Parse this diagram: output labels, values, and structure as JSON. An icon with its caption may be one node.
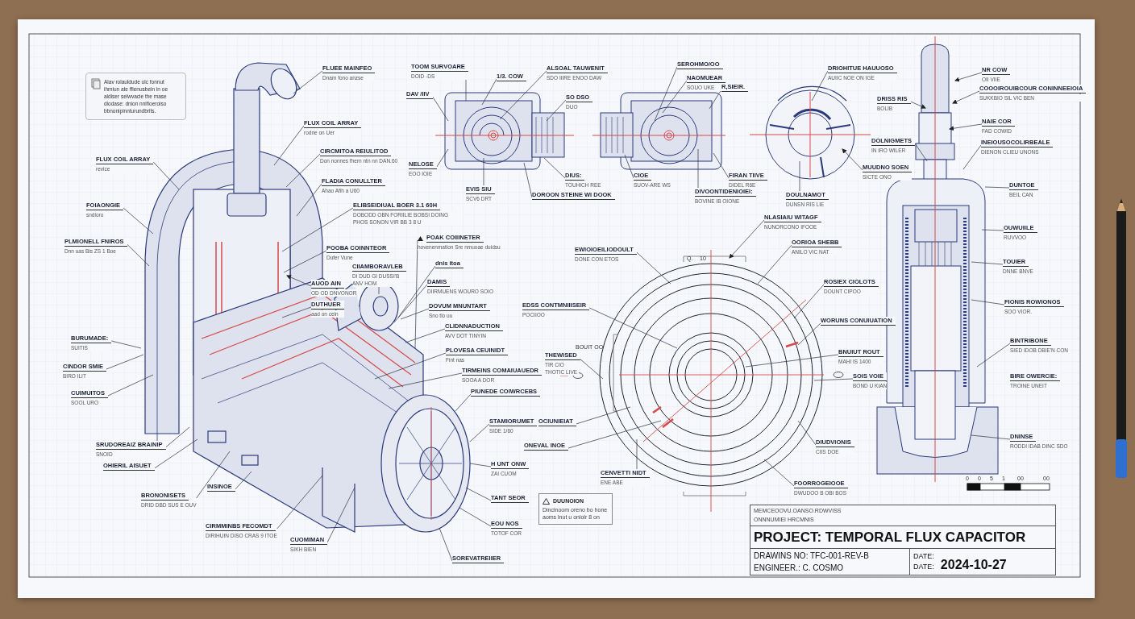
{
  "diagram": {
    "nodes": [
      {
        "text": [
          "Alav rolauldude ulc fonnut ihmiun ate ffienusbein in oe aldiser selwvacie the mase diodase: dnion nnifioeroiso bbnonipinnturundbrits."
        ]
      },
      {
        "text": [
          "FLUEE MAINFEO",
          "Dnam fono anzse"
        ]
      },
      {
        "text": [
          "FLUX COIL ARRAY",
          "rodne on Uer"
        ]
      },
      {
        "text": [
          "CIRCMITOA REIULITOD",
          "Don nonnes fhern ntn nn DAN.60"
        ]
      },
      {
        "text": [
          "FLADIA CONULLTER",
          "Ahao Afih a U60"
        ]
      },
      {
        "text": [
          "FLUX COIL ARRAY",
          "revice"
        ]
      },
      {
        "text": [
          "FOIAONGIE",
          "sndioro"
        ]
      },
      {
        "text": [
          "PLMIONELL FNIROS",
          "Dnn uas Bis ZS 1 Boe"
        ]
      },
      {
        "text": [
          "ELIBSEIDIUAL BOER 3.1 60H",
          "DOBODD OBN FORIILIE BOBSI DOING PHOS SONON VIR BB 3 8 U"
        ]
      },
      {
        "text": [
          "POOBA COINNTEOR",
          "Dufer Vune"
        ]
      },
      {
        "text": [
          "POAK COIIINETER",
          "hovenenmation Sre nmuoae duidsu"
        ]
      },
      {
        "text": [
          "CIIAMBORAVLEB",
          "DI DUD GI DUSSI'B ANV HOM"
        ]
      },
      {
        "text": [
          "dnis itoa"
        ]
      },
      {
        "text": [
          "AUOD AIN",
          "OD OD DNVONOR"
        ]
      },
      {
        "text": [
          "DUTHUER",
          "aad on cein"
        ]
      },
      {
        "text": [
          "DAMIS",
          "DIIRMUENS WOURO SOIO"
        ]
      },
      {
        "text": [
          "DOVUM MNUNTART",
          "Sno tlo uu"
        ]
      },
      {
        "text": [
          "CLIDNNADUCTION",
          "AVV DOT TINYIN"
        ]
      },
      {
        "text": [
          "PLOVESA CEUINIDT",
          "Fint nas"
        ]
      },
      {
        "text": [
          "TIRMEINS COMAIUAUEDR",
          "SOOA A DOR"
        ]
      },
      {
        "text": [
          "PIUNEDE COIWRCEBS"
        ]
      },
      {
        "text": [
          "STAMIORUMET",
          "SIDE 1/60"
        ]
      },
      {
        "text": [
          "OCIUNIEIAT"
        ]
      },
      {
        "text": [
          "ONEVAL INOE"
        ]
      },
      {
        "text": [
          "H UNT ONW",
          "ZAI CUOM"
        ]
      },
      {
        "text": [
          "TANT SEOR"
        ]
      },
      {
        "text": [
          "EOU NOS",
          "TOTOF COR"
        ]
      },
      {
        "text": [
          "SOREVATREIIER"
        ]
      },
      {
        "text": [
          "CUOMIMAN",
          "SIKH BIEN"
        ]
      },
      {
        "text": [
          "CIRMMINBS FECOMDT",
          "DIRIHUIN DISO CRAS 9 ITOE"
        ]
      },
      {
        "text": [
          "BRONONISETS",
          "DRID DBD SUS E OUV"
        ]
      },
      {
        "text": [
          "INSINOE"
        ]
      },
      {
        "text": [
          "SRUDOREAIZ BRAINIP",
          "SNOID"
        ]
      },
      {
        "text": [
          "OHIERIL AISUET"
        ]
      },
      {
        "text": [
          "CUIMUITOS",
          "SOOL URO"
        ]
      },
      {
        "text": [
          "CINDOR SMIE",
          "BIRO ILIT"
        ]
      },
      {
        "text": [
          "BURUMADE:",
          "SUITIS"
        ]
      },
      {
        "text": [
          "TOOM SURVOARE",
          "DOID -DS"
        ]
      },
      {
        "text": [
          "DAV /IIV"
        ]
      },
      {
        "text": [
          "NELOSE",
          "EOO IOIE"
        ]
      },
      {
        "text": [
          "1/3. COW"
        ]
      },
      {
        "text": [
          "ALSOAL TAUWENIT",
          "SDO IIIRE ENOO DAW"
        ]
      },
      {
        "text": [
          "SO DSO",
          "DUO"
        ]
      },
      {
        "text": [
          "EVIS SIU",
          "SCV6 DRT"
        ]
      },
      {
        "text": [
          "DIUS:",
          "TOUHICH REE"
        ]
      },
      {
        "text": [
          "DOROON STEINE WI DOOK"
        ]
      },
      {
        "text": [
          "CIOE",
          "SUOV-ARE WS"
        ]
      },
      {
        "text": [
          "SEROHMO/OO"
        ]
      },
      {
        "text": [
          "NAOMUEAR",
          "SOUO UKE"
        ]
      },
      {
        "text": [
          "R,SIEIR."
        ]
      },
      {
        "text": [
          "FIRAN TIIVE",
          "DIDEL R6E"
        ]
      },
      {
        "text": [
          "DIVOONTIDENIOIEI:",
          "BOVINE IB OIONE"
        ]
      },
      {
        "text": [
          "DRIOHITUE HAUUOSO",
          "AUIIC NOE ON IGE"
        ]
      },
      {
        "text": [
          "DOULNAMOT",
          "DUNSN RIS LIE"
        ]
      },
      {
        "text": [
          "MUUDNO SOEN",
          "SICTE ONO"
        ]
      },
      {
        "text": [
          "DRISS RIS",
          "BOLIB"
        ]
      },
      {
        "text": [
          "DOLNIGMETS",
          "IN IRO WILER"
        ]
      },
      {
        "text": [
          "NR COW",
          "OII VIIE"
        ]
      },
      {
        "text": [
          "COOOIROUIBCOUR CONINNEEIOIA",
          "SUKKBIO SIL VIC BEN"
        ]
      },
      {
        "text": [
          "NAIE COR",
          "FAD COWID"
        ]
      },
      {
        "text": [
          "INEIOUSOCOLIRBEALE",
          "DIENON CLIEU UNONS"
        ]
      },
      {
        "text": [
          "DUNTOE",
          "BEIL CAN"
        ]
      },
      {
        "text": [
          "OUWUIILE",
          "RUVVOO"
        ]
      },
      {
        "text": [
          "TOUIER",
          "DNNE BNVE"
        ]
      },
      {
        "text": [
          "FIONIS ROWIONOS",
          "SOO VIOR."
        ]
      },
      {
        "text": [
          "BINTRIBONE",
          "SIED IDOB DBIE'N CON"
        ]
      },
      {
        "text": [
          "BIRE OWERCIE:",
          "TROINE UNEIT"
        ]
      },
      {
        "text": [
          "DNINSE",
          "RODDI IDAB DINC SDO"
        ]
      },
      {
        "text": [
          "EWIOIOEILIODOULT",
          "DONE CON ETOS"
        ]
      },
      {
        "text": [
          "NLASIAIU WITAGF",
          "NUNORCONO IFOOE"
        ]
      },
      {
        "text": [
          "OORIOA SHEBB",
          "ANILO VIC NAT"
        ]
      },
      {
        "text": [
          "ROSIEX CIOLOTS",
          "DOUNT CIPOO"
        ]
      },
      {
        "text": [
          "WORUNS CONUIUATION"
        ]
      },
      {
        "text": [
          "EDSS CONTMNIIISEIR",
          "POCIIOO"
        ]
      },
      {
        "text": [
          "BNUIUT ROUT",
          "MAHI IS 1400"
        ]
      },
      {
        "text": [
          "SOIS VOIE",
          "BOND U KIAN"
        ]
      },
      {
        "text": [
          "THEWISED",
          "TIR CIO THOTIC LIVE"
        ]
      },
      {
        "text": [
          "DIUDVIONIS",
          "CIIS DOE"
        ]
      },
      {
        "text": [
          "FOORROGEIOOE",
          "DWUDOO B OBI BOS"
        ]
      },
      {
        "text": [
          "CENVETTI NIDT",
          "ENE ABE"
        ]
      },
      {
        "text": [
          "DUUNOION",
          "Dincinoom oreno bo hone aoms lnut u oniolr 8 on"
        ]
      }
    ],
    "edges": [
      {
        "from": 1,
        "to": null,
        "arrow": "none"
      },
      {
        "from": 2,
        "to": null,
        "arrow": "none"
      },
      {
        "from": 3,
        "to": null,
        "arrow": "none"
      },
      {
        "from": 4,
        "to": null,
        "arrow": "none"
      },
      {
        "from": 5,
        "to": null,
        "arrow": "none"
      },
      {
        "from": 6,
        "to": null,
        "arrow": "none"
      },
      {
        "from": 7,
        "to": null,
        "arrow": "none"
      },
      {
        "from": 8,
        "to": null,
        "arrow": "none"
      },
      {
        "from": 9,
        "to": null,
        "arrow": "none"
      },
      {
        "from": 10,
        "to": null,
        "arrow": "none"
      },
      {
        "from": 11,
        "to": null,
        "arrow": "none"
      },
      {
        "from": 12,
        "to": null,
        "arrow": "none"
      },
      {
        "from": 13,
        "to": null,
        "arrow": "to"
      },
      {
        "from": 14,
        "to": null,
        "arrow": "none"
      },
      {
        "from": 15,
        "to": null,
        "arrow": "none"
      },
      {
        "from": 16,
        "to": null,
        "arrow": "none"
      },
      {
        "from": 17,
        "to": null,
        "arrow": "none"
      },
      {
        "from": 18,
        "to": null,
        "arrow": "none"
      },
      {
        "from": 19,
        "to": null,
        "arrow": "none"
      },
      {
        "from": 20,
        "to": null,
        "arrow": "none"
      },
      {
        "from": 21,
        "to": null,
        "arrow": "none"
      },
      {
        "from": 22,
        "to": null,
        "arrow": "none"
      },
      {
        "from": 23,
        "to": null,
        "arrow": "none"
      },
      {
        "from": 24,
        "to": null,
        "arrow": "none"
      },
      {
        "from": 25,
        "to": null,
        "arrow": "none"
      },
      {
        "from": 26,
        "to": null,
        "arrow": "none"
      },
      {
        "from": 27,
        "to": null,
        "arrow": "none"
      },
      {
        "from": 28,
        "to": null,
        "arrow": "none"
      },
      {
        "from": 29,
        "to": null,
        "arrow": "none"
      },
      {
        "from": 30,
        "to": null,
        "arrow": "none"
      },
      {
        "from": 31,
        "to": null,
        "arrow": "none"
      },
      {
        "from": 32,
        "to": null,
        "arrow": "none"
      },
      {
        "from": 33,
        "to": null,
        "arrow": "none"
      },
      {
        "from": 34,
        "to": null,
        "arrow": "none"
      },
      {
        "from": 35,
        "to": null,
        "arrow": "none"
      },
      {
        "from": 36,
        "to": null,
        "arrow": "none"
      },
      {
        "from": 37,
        "to": null,
        "arrow": "none"
      },
      {
        "from": 38,
        "to": null,
        "arrow": "none"
      },
      {
        "from": 39,
        "to": null,
        "arrow": "none"
      },
      {
        "from": 40,
        "to": null,
        "arrow": "none"
      },
      {
        "from": 41,
        "to": null,
        "arrow": "none"
      },
      {
        "from": 42,
        "to": null,
        "arrow": "none"
      },
      {
        "from": 43,
        "to": null,
        "arrow": "none"
      },
      {
        "from": 44,
        "to": null,
        "arrow": "none"
      },
      {
        "from": 45,
        "to": null,
        "arrow": "none"
      },
      {
        "from": 46,
        "to": null,
        "arrow": "none"
      },
      {
        "from": 47,
        "to": null,
        "arrow": "none"
      },
      {
        "from": 48,
        "to": null,
        "arrow": "none"
      },
      {
        "from": 49,
        "to": null,
        "arrow": "none"
      },
      {
        "from": 50,
        "to": null,
        "arrow": "none"
      },
      {
        "from": 51,
        "to": null,
        "arrow": "none"
      },
      {
        "from": 52,
        "to": null,
        "arrow": "none"
      },
      {
        "from": 53,
        "to": null,
        "arrow": "none"
      },
      {
        "from": 54,
        "to": null,
        "arrow": "to"
      },
      {
        "from": 55,
        "to": null,
        "arrow": "to"
      },
      {
        "from": 56,
        "to": null,
        "arrow": "none"
      },
      {
        "from": 57,
        "to": null,
        "arrow": "to"
      },
      {
        "from": 58,
        "to": null,
        "arrow": "to"
      },
      {
        "from": 59,
        "to": null,
        "arrow": "to"
      },
      {
        "from": 60,
        "to": null,
        "arrow": "none"
      },
      {
        "from": 61,
        "to": null,
        "arrow": "none"
      },
      {
        "from": 62,
        "to": null,
        "arrow": "none"
      },
      {
        "from": 63,
        "to": null,
        "arrow": "none"
      },
      {
        "from": 64,
        "to": null,
        "arrow": "none"
      },
      {
        "from": 65,
        "to": null,
        "arrow": "none"
      },
      {
        "from": 67,
        "to": null,
        "arrow": "none"
      },
      {
        "from": 68,
        "to": null,
        "arrow": "none"
      },
      {
        "from": 69,
        "to": null,
        "arrow": "to"
      },
      {
        "from": 70,
        "to": null,
        "arrow": "none"
      },
      {
        "from": 71,
        "to": null,
        "arrow": "none"
      },
      {
        "from": 72,
        "to": null,
        "arrow": "none"
      },
      {
        "from": 73,
        "to": null,
        "arrow": "none"
      },
      {
        "from": 74,
        "to": null,
        "arrow": "none"
      },
      {
        "from": 75,
        "to": null,
        "arrow": "none"
      },
      {
        "from": 77,
        "to": null,
        "arrow": "none"
      },
      {
        "from": 78,
        "to": null,
        "arrow": "none"
      },
      {
        "from": 79,
        "to": null,
        "arrow": "none"
      },
      {
        "from": 76,
        "to": null,
        "arrow": "none"
      }
    ],
    "labels": [
      "Q.",
      "10",
      "BOUIT OO",
      "0",
      "0",
      "5",
      "1",
      "00",
      "00",
      "MEMCEOOVU.OANSO.RDWVISS",
      "ONNNUMIEI HRCMNIS",
      "PROJECT: TEMPORAL FLUX CAPACITOR",
      "DRAWINS NO: TFC-001-REV-B",
      "ENGINEER.: C. COSMO",
      "DATE:",
      "DATE:",
      "2024-10-27"
    ]
  }
}
